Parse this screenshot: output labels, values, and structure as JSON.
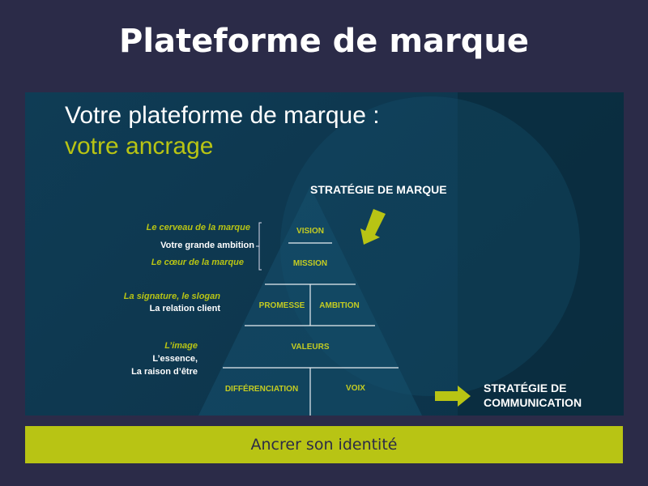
{
  "page_title": "Plateforme de marque",
  "slide": {
    "heading_line1": "Votre plateforme de marque :",
    "heading_line2": "votre ancrage",
    "strategy_brand": "STRATÉGIE DE MARQUE",
    "strategy_comm_line1": "STRATÉGIE DE",
    "strategy_comm_line2": "COMMUNICATION",
    "pyramid": {
      "vision": "VISION",
      "mission": "MISSION",
      "promesse": "PROMESSE",
      "ambition": "AMBITION",
      "valeurs": "VALEURS",
      "differenciation": "DIFFÉRENCIATION",
      "voix": "VOIX"
    },
    "notes": {
      "cerveau": "Le cerveau de la marque",
      "grande_ambition": "Votre grande ambition",
      "coeur": "Le cœur de la marque",
      "signature": "La signature, le slogan",
      "relation": "La relation client",
      "image": "L’image",
      "essence": "L’essence,",
      "raison": "La raison d’être"
    }
  },
  "footer": "Ancrer son identité",
  "colors": {
    "background": "#2b2b48",
    "slide": "#0f3c55",
    "accent": "#b8c414"
  }
}
